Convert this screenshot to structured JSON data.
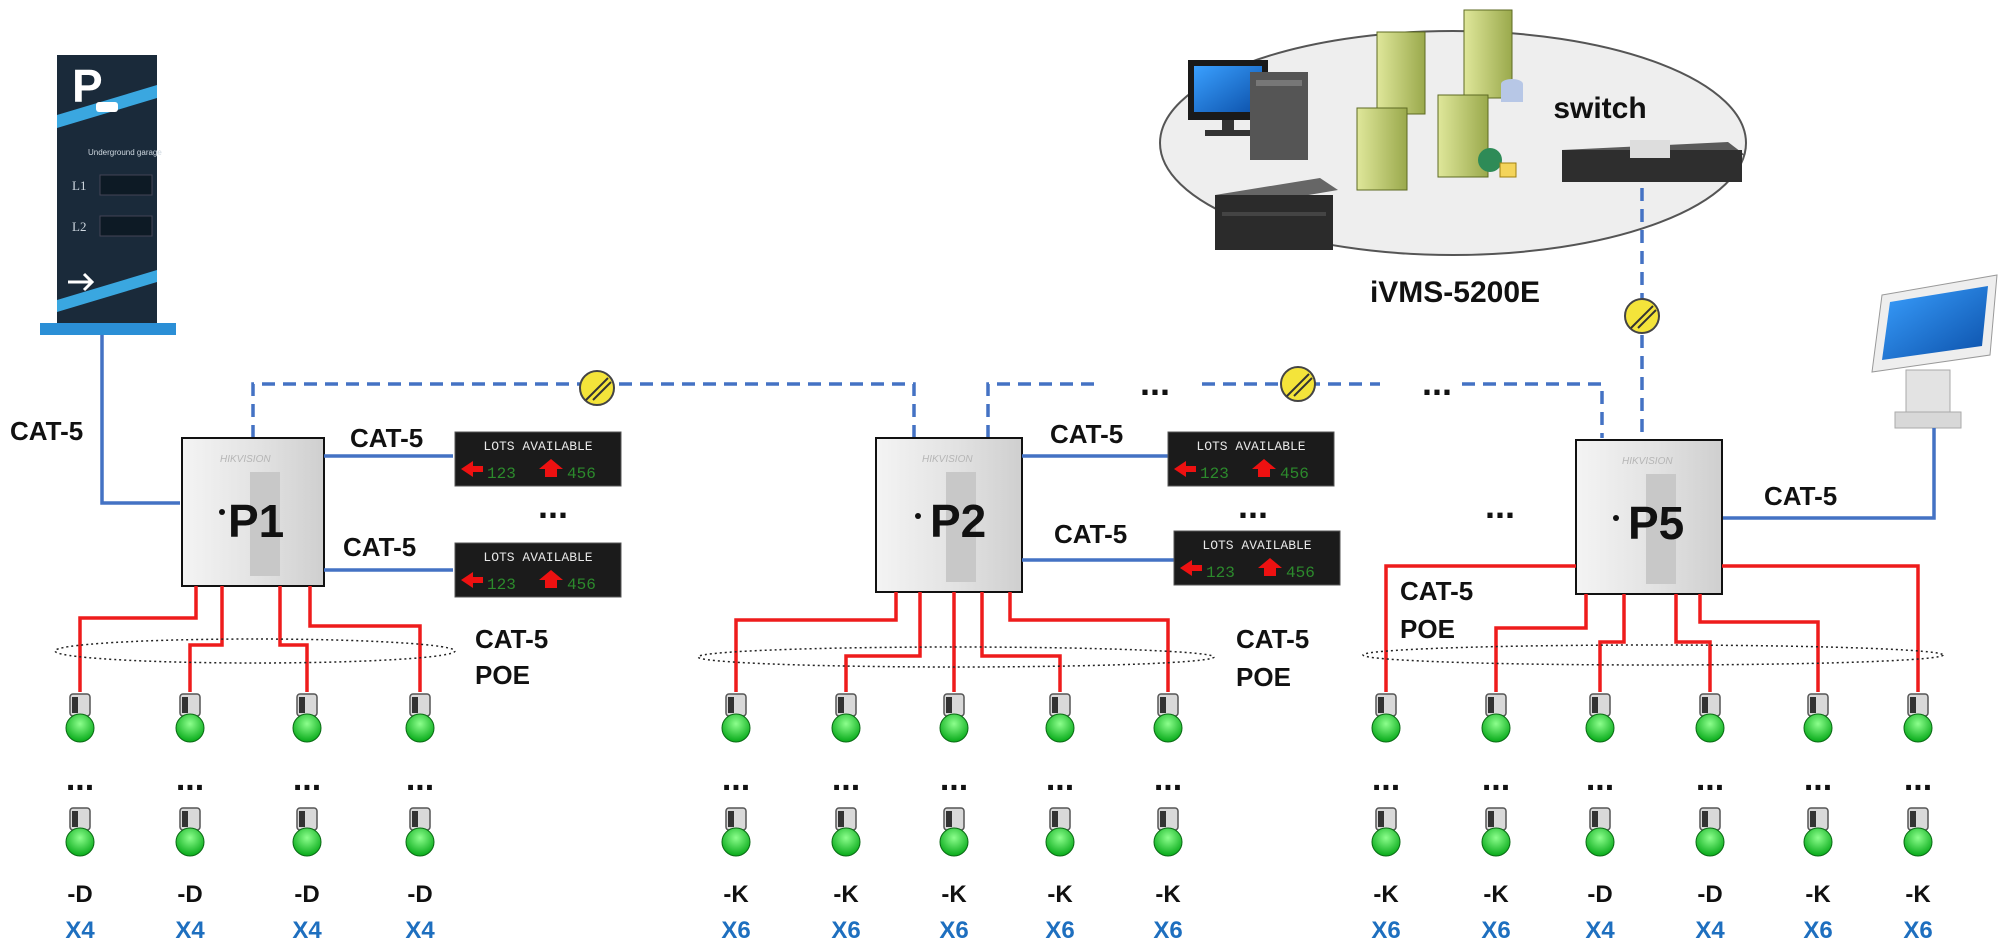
{
  "network": {
    "server_label": "iVMS-5200E",
    "switch_label": "switch"
  },
  "parking_sign": {
    "floor_title": "Underground garage",
    "level_1": "L1",
    "level_2": "L2"
  },
  "controllers": {
    "p1": "P1",
    "p2": "P2",
    "p5": "P5",
    "brand": "HIKVISION"
  },
  "cable_labels": {
    "sign_cable": "CAT-5",
    "p1_top": "CAT-5",
    "p1_bottom": "CAT-5",
    "p2_top": "CAT-5",
    "p2_bottom": "CAT-5",
    "p5_kiosk": "CAT-5",
    "poe_cat": "CAT-5",
    "poe": "POE"
  },
  "display_panel": {
    "title": "LOTS AVAILABLE",
    "left_number": "123",
    "right_number": "456"
  },
  "ellipsis": "...",
  "sensor_groups": {
    "p1": [
      {
        "type": "-D",
        "count": "X4"
      },
      {
        "type": "-D",
        "count": "X4"
      },
      {
        "type": "-D",
        "count": "X4"
      },
      {
        "type": "-D",
        "count": "X4"
      }
    ],
    "p2": [
      {
        "type": "-K",
        "count": "X6"
      },
      {
        "type": "-K",
        "count": "X6"
      },
      {
        "type": "-K",
        "count": "X6"
      },
      {
        "type": "-K",
        "count": "X6"
      },
      {
        "type": "-K",
        "count": "X6"
      }
    ],
    "p5": [
      {
        "type": "-K",
        "count": "X6"
      },
      {
        "type": "-K",
        "count": "X6"
      },
      {
        "type": "-D",
        "count": "X4"
      },
      {
        "type": "-D",
        "count": "X4"
      },
      {
        "type": "-K",
        "count": "X6"
      },
      {
        "type": "-K",
        "count": "X6"
      }
    ]
  },
  "colors": {
    "copper_cable": "#4472c4",
    "poe_cable": "#ee1c1c",
    "fiber_link": "#4472c4",
    "sensor_led": "#22cc33",
    "count_text": "#1e6fbf"
  }
}
